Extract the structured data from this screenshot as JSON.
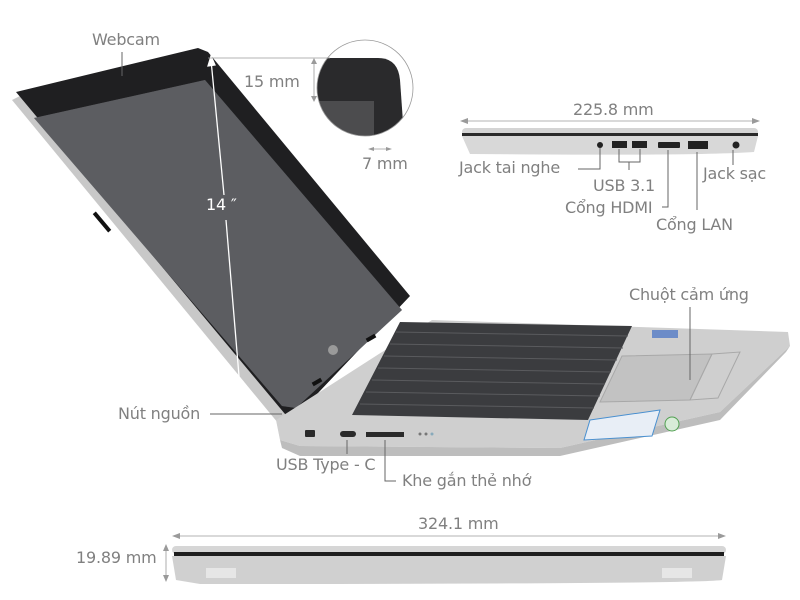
{
  "diagram": {
    "type": "laptop-spec-infographic",
    "main_view": {
      "labels": {
        "webcam": "Webcam",
        "bezel_top": "15 mm",
        "bezel_side": "7 mm",
        "screen_size": "14 ″",
        "power_button": "Nút nguồn",
        "usb_type_c": "USB Type - C",
        "card_slot": "Khe gắn thẻ nhớ",
        "touchpad": "Chuột cảm ứng"
      }
    },
    "side_view": {
      "depth": "225.8 mm",
      "ports": {
        "headphone_jack": "Jack tai nghe",
        "usb": "USB 3.1",
        "hdmi": "Cổng HDMI",
        "lan": "Cổng LAN",
        "charging_jack": "Jack sạc"
      }
    },
    "front_view": {
      "width": "324.1 mm",
      "thickness": "19.89 mm"
    },
    "colors": {
      "label_text": "#808080",
      "lines": "#8a8a8a",
      "screen": "#4a4b4f",
      "bezel": "#1f1f21",
      "chassis": "#c9c9c9",
      "keys": "#3b3c3f",
      "background": "#ffffff"
    }
  }
}
